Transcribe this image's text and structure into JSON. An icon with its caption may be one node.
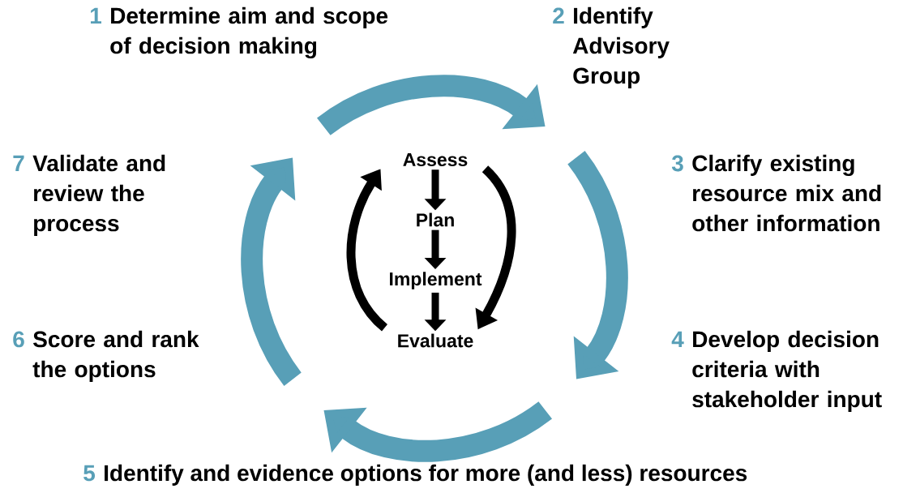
{
  "diagram": {
    "nodes": [
      {
        "text": [
          "Assess"
        ]
      },
      {
        "text": [
          "Plan"
        ]
      },
      {
        "text": [
          "Implement"
        ]
      },
      {
        "text": [
          "Evaluate"
        ]
      }
    ],
    "edges": [
      {
        "from": 0,
        "to": 1,
        "arrow": "to"
      },
      {
        "from": 1,
        "to": 2,
        "arrow": "to"
      },
      {
        "from": 2,
        "to": 3,
        "arrow": "to"
      },
      {
        "from": 3,
        "to": 0,
        "arrow": "to"
      },
      {
        "from": 0,
        "to": 3,
        "arrow": "to"
      }
    ],
    "labels": [
      "1",
      "Determine aim and scope of decision making",
      "2",
      "Identify Advisory Group",
      "7",
      "Validate and review the process",
      "3",
      "Clarify existing resource mix and other information",
      "6",
      "Score and rank the options",
      "4",
      "Develop decision criteria with stakeholder input",
      "5",
      "Identify and evidence options for more (and less) resources"
    ]
  }
}
